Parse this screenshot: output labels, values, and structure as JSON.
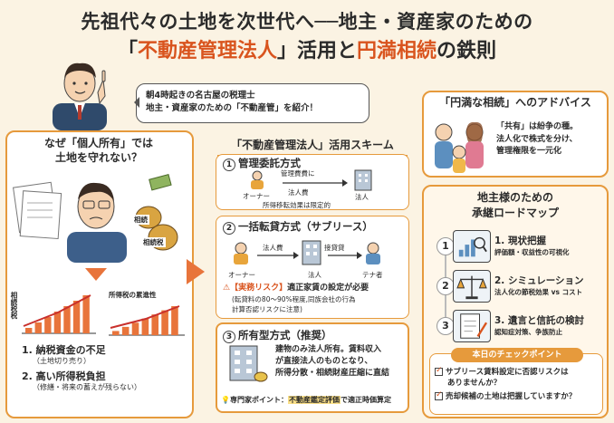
{
  "title": {
    "line1": "先祖代々の土地を次世代へ──地主・資産家のための",
    "open_quote": "「",
    "highlight1": "不動産管理法人",
    "close_quote": "」",
    "mid": "活用と",
    "highlight2": "円満相続",
    "suffix": "の鉄則"
  },
  "speech": {
    "line1": "朝4時起きの名古屋の税理士",
    "line2": "地主・資産家のための「不動産管」を紹介！"
  },
  "left": {
    "heading1": "なぜ「個人所有」では",
    "heading2": "土地を守れない？",
    "tag1": "相続",
    "tag2": "相続税",
    "chart1_label": "相続税税",
    "chart2_label": "所得税の累進性",
    "issue1": "1. 納税資金の不足",
    "issue1_sub": "（土地切り売り）",
    "issue2": "2. 高い所得税負担",
    "issue2_sub": "（修繕・将来の蓄えが残らない）"
  },
  "center": {
    "heading": "「不動産管理法人」活用スキーム",
    "s1": {
      "num": "1",
      "title": "管理委託方式",
      "flow_top": "管理費費に",
      "flow_label": "法人費",
      "owner": "オーナー",
      "corp": "法人",
      "note": "所得移転効果は限定的"
    },
    "s2": {
      "num": "2",
      "title": "一括転貸方式（サブリース）",
      "fee1": "法人費",
      "fee2": "接貸貸",
      "owner": "オーナー",
      "corp": "法人",
      "tenant": "テナ者",
      "risk_label": "【実務リスク】",
      "risk_text": "適正家賃の設定が必要",
      "risk_sub1": "(転貸料の80〜90%程度,同族会社の行為",
      "risk_sub2": "計算否認リスクに注意)"
    },
    "s3": {
      "num": "3",
      "title": "所有型方式（推奨）",
      "desc1": "建物のみ法人所有。賃料収入",
      "desc2": "が直接法人のものとなり、",
      "desc3": "所得分散・相続財産圧縮に直結",
      "pro_prefix": "専門家ポイント：",
      "pro_highlight": "不動産鑑定評価",
      "pro_suffix": "で適正時価算定"
    }
  },
  "right": {
    "advice_heading": "「円満な相続」へのアドバイス",
    "advice1": "「共有」は紛争の種。",
    "advice2": "法人化で株式を分け、",
    "advice3": "管理権限を一元化",
    "roadmap_title1": "地主様のための",
    "roadmap_title2": "承継ロードマップ",
    "steps": [
      {
        "num": "1",
        "title": "1. 現状把握",
        "sub": "評価額・収益性の可視化"
      },
      {
        "num": "2",
        "title": "2. シミュレーション",
        "sub": "法人化の節税効果 vs コスト"
      },
      {
        "num": "3",
        "title": "3. 遺言と信託の検討",
        "sub": "認知症対策、争族防止"
      }
    ],
    "check_heading": "本日のチェックポイント",
    "check1a": "サブリース賃料設定に否認リスクは",
    "check1b": "ありませんか？",
    "check2": "売却候補の土地は把握していますか？"
  },
  "colors": {
    "accent": "#e8743b",
    "highlight": "#d9541e",
    "panel_border": "#e69a3c",
    "background": "#fbf3e3"
  },
  "chart_data": [
    {
      "type": "bar",
      "values": [
        1,
        2,
        3,
        4,
        5,
        6,
        7
      ]
    },
    {
      "type": "bar",
      "values": [
        1,
        2,
        3,
        4,
        5,
        6,
        7
      ]
    }
  ]
}
